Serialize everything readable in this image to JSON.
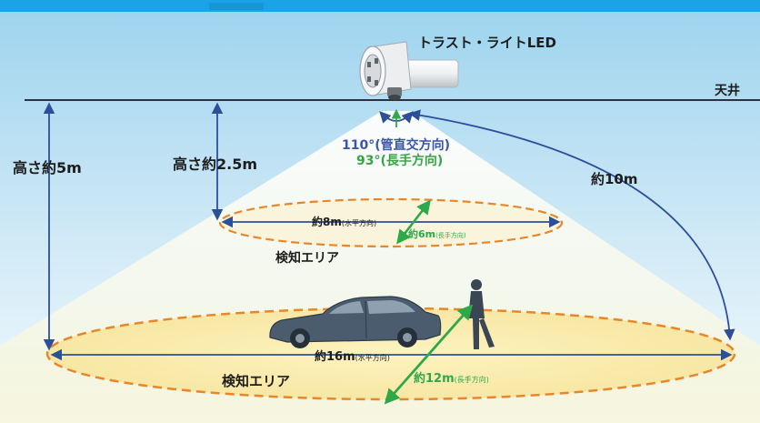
{
  "product": {
    "name": "トラスト・ライトLED"
  },
  "ceiling": {
    "label": "天井"
  },
  "heights": {
    "high": "高さ約5m",
    "low": "高さ約2.5m"
  },
  "angles": {
    "perpendicular": "110°(管直交方向)",
    "longitudinal": "93°(長手方向)"
  },
  "slant_distance": "約10m",
  "areas": {
    "upper": {
      "horizontal_main": "約8m",
      "horizontal_sub": "(水平方向)",
      "long_main": "約6m",
      "long_sub": "(長手方向)",
      "label": "検知エリア"
    },
    "lower": {
      "horizontal_main": "約16m",
      "horizontal_sub": "(水平方向)",
      "long_main": "約12m",
      "long_sub": "(長手方向)",
      "label": "検知エリア"
    }
  },
  "colors": {
    "top_bar": "#1aa3e6",
    "sky_top": "#9cd3ee",
    "sky_bottom": "#e9f6fc",
    "dimension_blue": "#2d4f9a",
    "angle_blue": "#3a56a8",
    "angle_green": "#3aa34a",
    "arrow_green": "#2fa84a",
    "ellipse_orange": "#e8872a",
    "ellipse_fill": "#fbefb4"
  }
}
